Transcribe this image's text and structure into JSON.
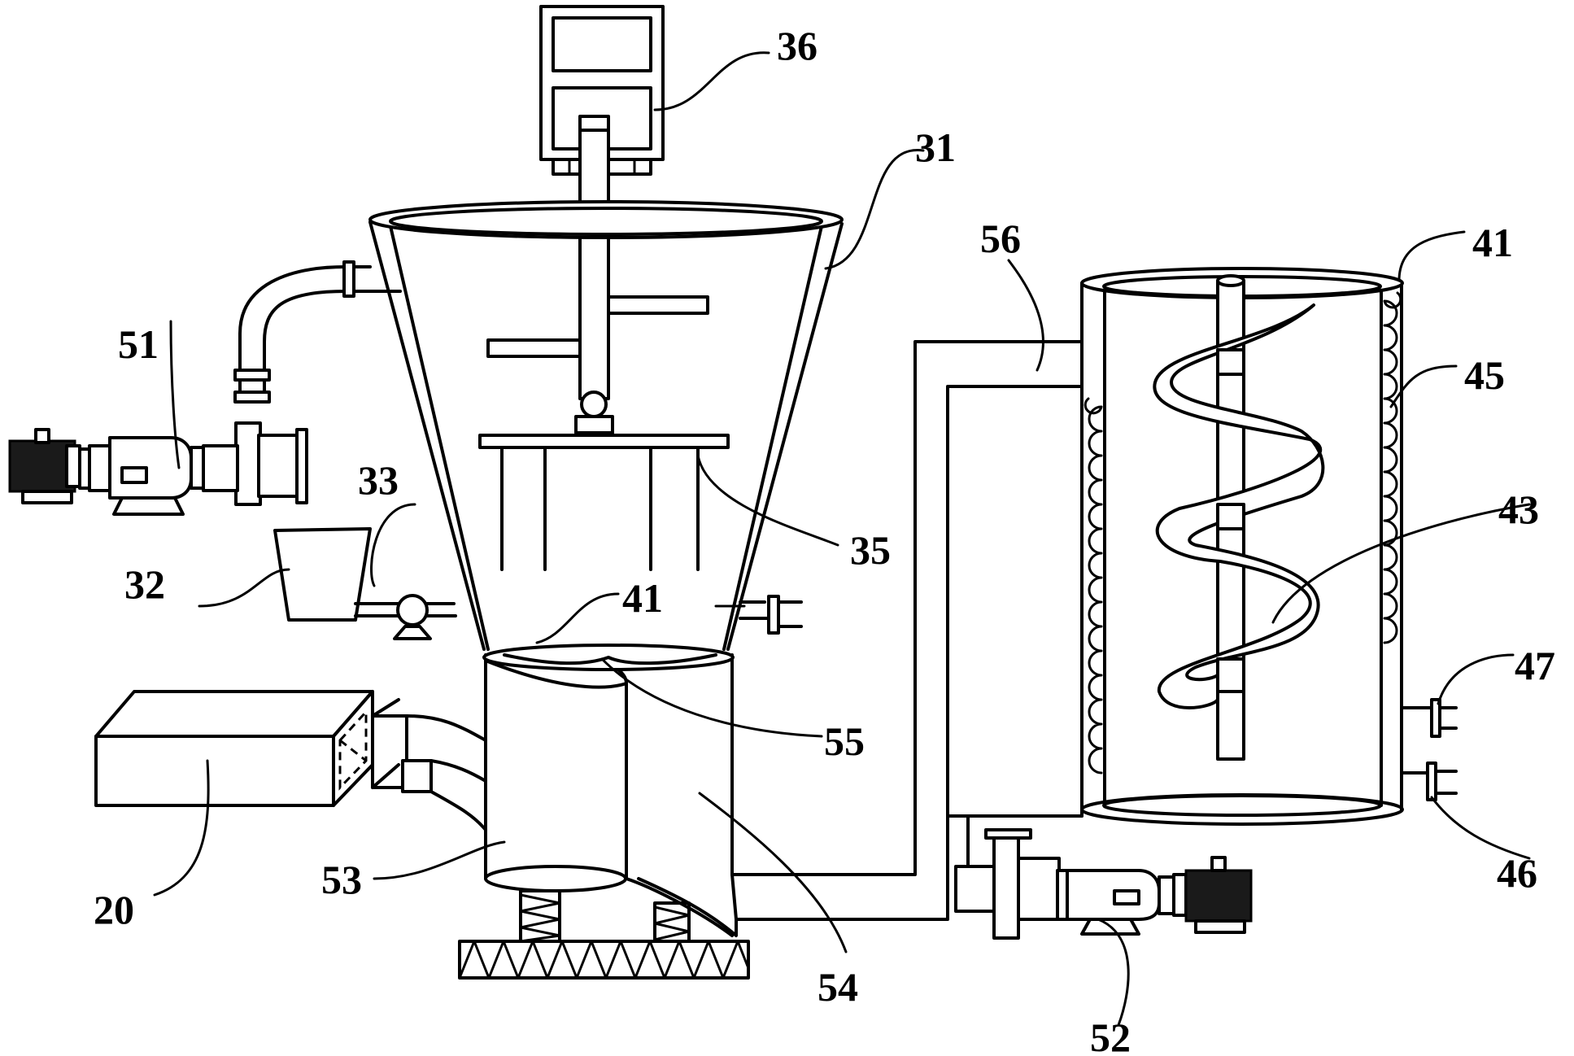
{
  "labels": {
    "l20": "20",
    "l31": "31",
    "l32": "32",
    "l33": "33",
    "l35": "35",
    "l36": "36",
    "l41a": "41",
    "l41b": "41",
    "l43": "43",
    "l45": "45",
    "l46": "46",
    "l47": "47",
    "l51": "51",
    "l52": "52",
    "l53": "53",
    "l54": "54",
    "l55": "55",
    "l56": "56"
  }
}
